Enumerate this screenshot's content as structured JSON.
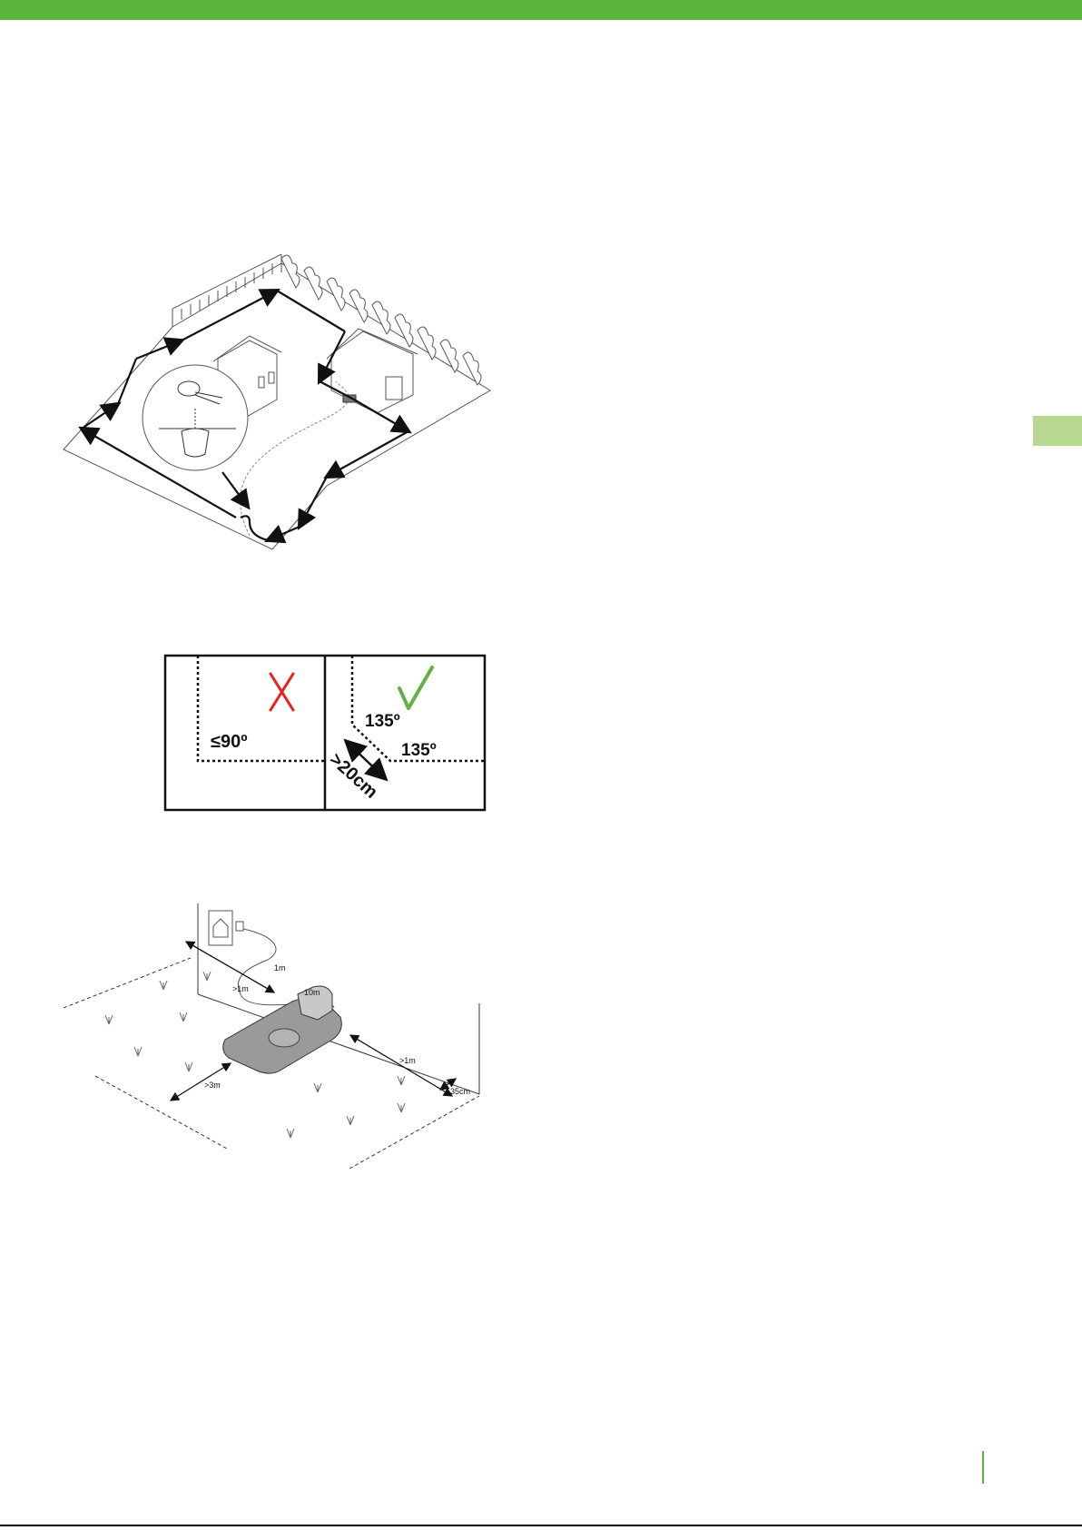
{
  "colors": {
    "brand_green": "#5db43a",
    "tab_green": "#b6d98f",
    "cross_red": "#e8211d",
    "check_green": "#63b043",
    "line_black": "#111111"
  },
  "angle_figure": {
    "bad_angle_label": "≤90º",
    "good_angle_label_1": "135º",
    "good_angle_label_2": "135º",
    "distance_label": ">20cm",
    "bad_mark": "cross-icon",
    "good_mark": "check-icon"
  },
  "station_figure": {
    "cable_1m": "1m",
    "cable_10m": "10m",
    "dist_side_1m": ">1m",
    "dist_back_1m": ">1m",
    "dist_front_3m": ">3m",
    "dist_35cm": "35cm"
  }
}
